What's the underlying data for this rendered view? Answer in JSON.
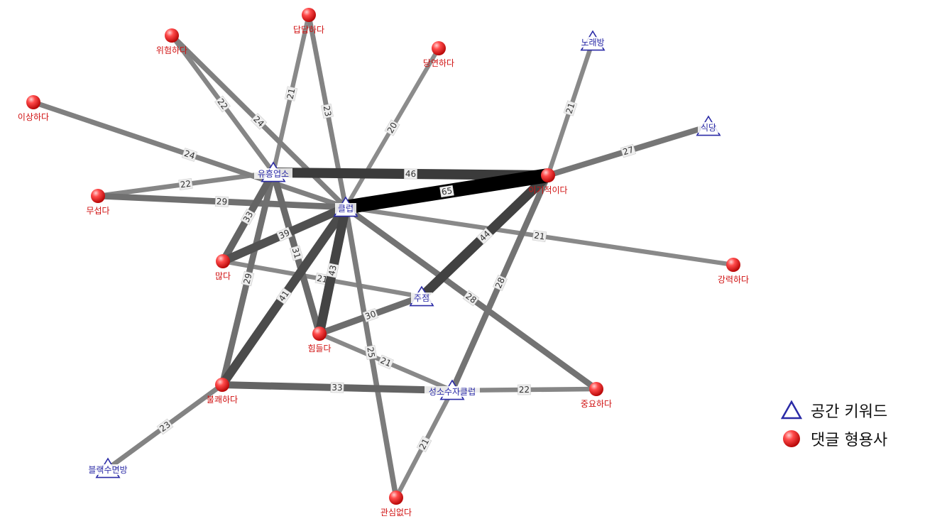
{
  "colors": {
    "keyword": "#2a2aa6",
    "adjective": "#e02020",
    "adjective_label": "#d01010"
  },
  "nodes": [
    {
      "id": "club",
      "label": "클럽",
      "type": "keyword"
    },
    {
      "id": "yuheung",
      "label": "유흥업소",
      "type": "keyword"
    },
    {
      "id": "jujeom",
      "label": "주점",
      "type": "keyword"
    },
    {
      "id": "seongsosuja",
      "label": "성소수자클럽",
      "type": "keyword"
    },
    {
      "id": "noraebang",
      "label": "노래방",
      "type": "keyword"
    },
    {
      "id": "sikdang",
      "label": "식당",
      "type": "keyword"
    },
    {
      "id": "black",
      "label": "블랙수면방",
      "type": "keyword"
    },
    {
      "id": "igijeok",
      "label": "이기적이다",
      "type": "adjective"
    },
    {
      "id": "dapdap",
      "label": "답답하다",
      "type": "adjective"
    },
    {
      "id": "wiheom",
      "label": "위험하다",
      "type": "adjective"
    },
    {
      "id": "dangyeon",
      "label": "당연하다",
      "type": "adjective"
    },
    {
      "id": "isang",
      "label": "이상하다",
      "type": "adjective"
    },
    {
      "id": "museop",
      "label": "무섭다",
      "type": "adjective"
    },
    {
      "id": "manta",
      "label": "많다",
      "type": "adjective"
    },
    {
      "id": "himdeul",
      "label": "힘들다",
      "type": "adjective"
    },
    {
      "id": "bulkwae",
      "label": "불쾌하다",
      "type": "adjective"
    },
    {
      "id": "gwansim",
      "label": "관심없다",
      "type": "adjective"
    },
    {
      "id": "jungyo",
      "label": "중요하다",
      "type": "adjective"
    },
    {
      "id": "gangnyeok",
      "label": "강력하다",
      "type": "adjective"
    }
  ],
  "edges": [
    {
      "source": "club",
      "target": "igijeok",
      "weight": 65
    },
    {
      "source": "yuheung",
      "target": "igijeok",
      "weight": 46
    },
    {
      "source": "jujeom",
      "target": "igijeok",
      "weight": 44
    },
    {
      "source": "club",
      "target": "himdeul",
      "weight": 43
    },
    {
      "source": "club",
      "target": "bulkwae",
      "weight": 41
    },
    {
      "source": "club",
      "target": "manta",
      "weight": 39
    },
    {
      "source": "yuheung",
      "target": "manta",
      "weight": 33
    },
    {
      "source": "bulkwae",
      "target": "seongsosuja",
      "weight": 33
    },
    {
      "source": "yuheung",
      "target": "himdeul",
      "weight": 31
    },
    {
      "source": "himdeul",
      "target": "jujeom",
      "weight": 30
    },
    {
      "source": "club",
      "target": "museop",
      "weight": 29
    },
    {
      "source": "yuheung",
      "target": "bulkwae",
      "weight": 29
    },
    {
      "source": "club",
      "target": "jungyo",
      "weight": 28
    },
    {
      "source": "igijeok",
      "target": "seongsosuja",
      "weight": 28
    },
    {
      "source": "sikdang",
      "target": "igijeok",
      "weight": 27
    },
    {
      "source": "club",
      "target": "isang",
      "weight": 24
    },
    {
      "source": "club",
      "target": "wiheom",
      "weight": 24
    },
    {
      "source": "club",
      "target": "gwansim",
      "weight": 25
    },
    {
      "source": "club",
      "target": "dapdap",
      "weight": 23
    },
    {
      "source": "bulkwae",
      "target": "black",
      "weight": 23
    },
    {
      "source": "yuheung",
      "target": "wiheom",
      "weight": 22
    },
    {
      "source": "yuheung",
      "target": "museop",
      "weight": 22
    },
    {
      "source": "seongsosuja",
      "target": "jungyo",
      "weight": 22
    },
    {
      "source": "yuheung",
      "target": "dapdap",
      "weight": 21
    },
    {
      "source": "noraebang",
      "target": "igijeok",
      "weight": 21
    },
    {
      "source": "club",
      "target": "gangnyeok",
      "weight": 21
    },
    {
      "source": "manta",
      "target": "jujeom",
      "weight": 21
    },
    {
      "source": "himdeul",
      "target": "seongsosuja",
      "weight": 21
    },
    {
      "source": "seongsosuja",
      "target": "gwansim",
      "weight": 21
    },
    {
      "source": "club",
      "target": "dangyeon",
      "weight": 20
    }
  ],
  "legend": [
    {
      "symbol": "triangle",
      "label": "공간 키워드"
    },
    {
      "symbol": "circle",
      "label": "댓글 형용사"
    }
  ]
}
